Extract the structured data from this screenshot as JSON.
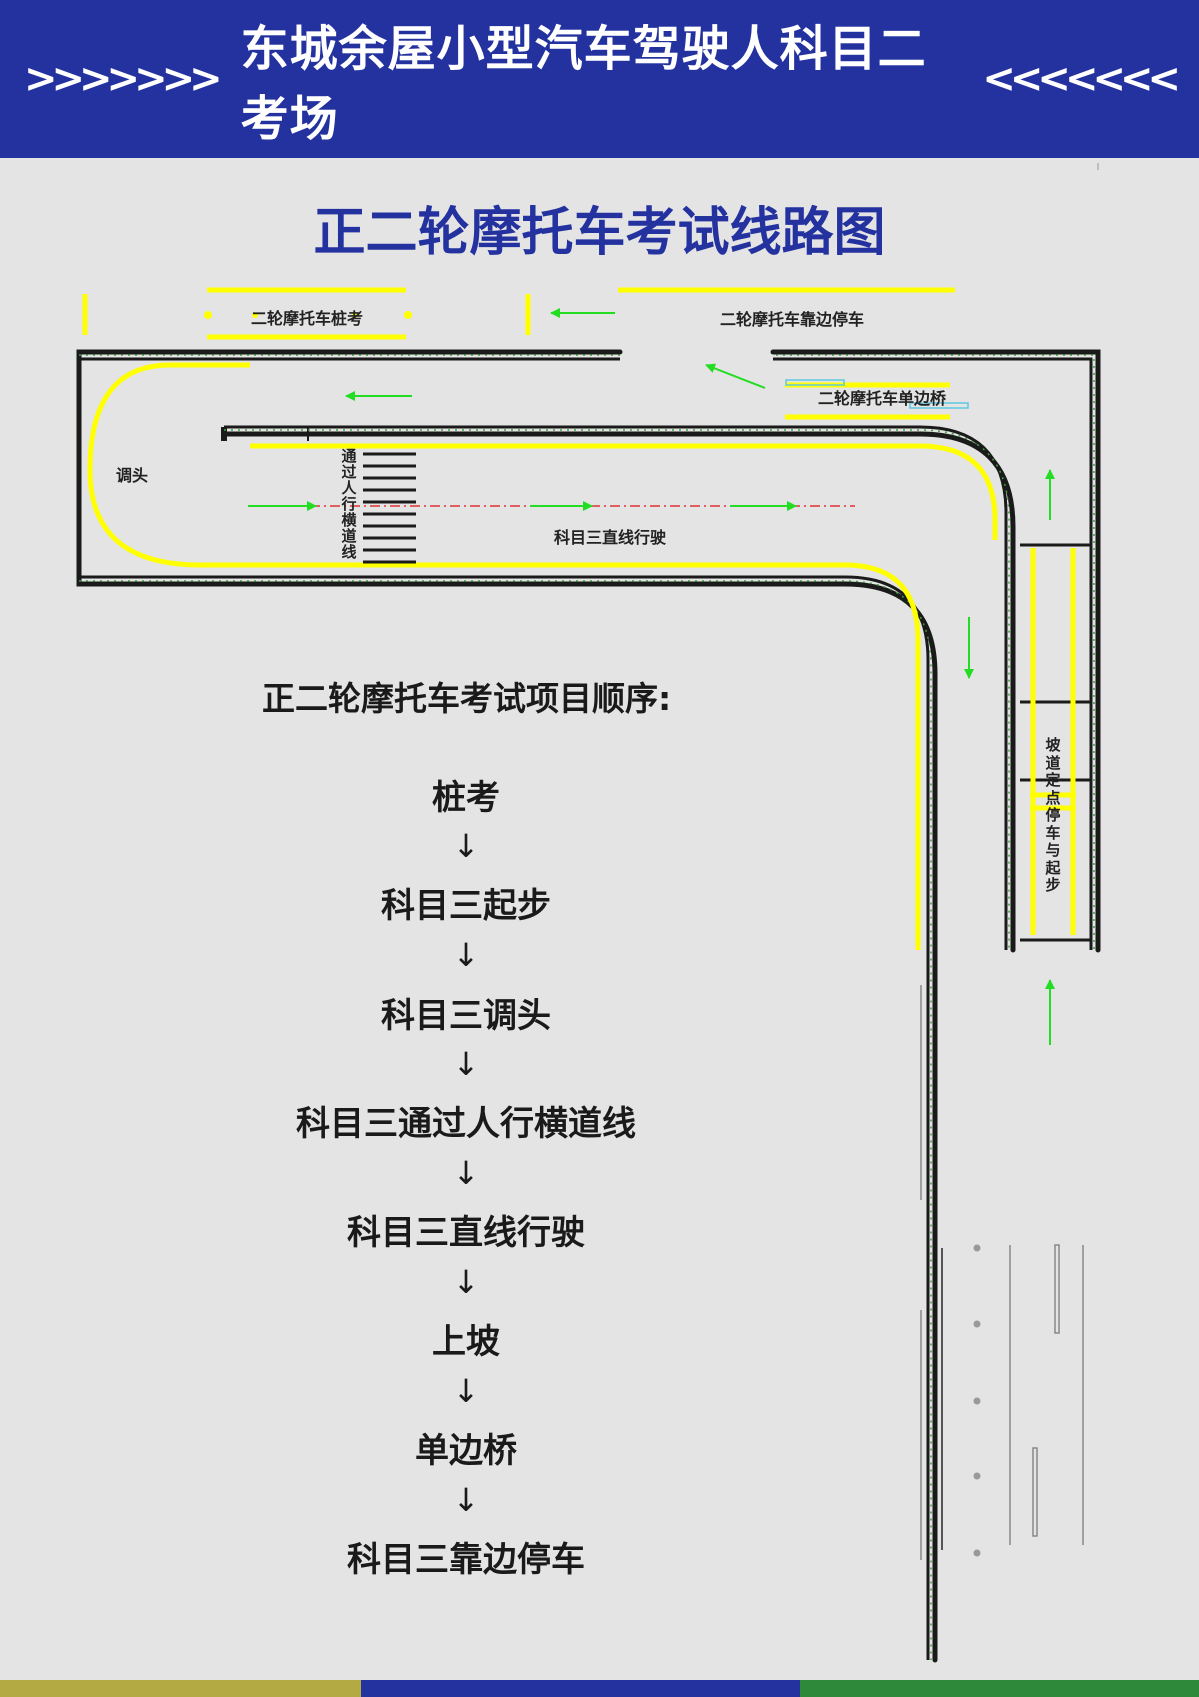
{
  "header": {
    "title": "东城余屋小型汽车驾驶人科目二考场",
    "left_mark": ">>>>>>>",
    "right_mark": "<<<<<<<"
  },
  "subtitle": "正二轮摩托车考试线路图",
  "labels": {
    "stake_test": "二轮摩托车桩考",
    "roadside_parking": "二轮摩托车靠边停车",
    "single_bridge": "二轮摩托车单边桥",
    "u_turn": "调头",
    "crosswalk": "通过人行横道线",
    "straight_drive": "科目三直线行驶",
    "ramp": "坡道定点停车与起步"
  },
  "order": {
    "title": "正二轮摩托车考试项目顺序:",
    "steps": [
      "桩考",
      "科目三起步",
      "科目三调头",
      "科目三通过人行横道线",
      "科目三直线行驶",
      "上坡",
      "单边桥",
      "科目三靠边停车"
    ],
    "arrow": "↓"
  },
  "colors": {
    "header_bg": "#2432a0",
    "title_blue": "#2432a0",
    "track_line": "#ffff00",
    "arrow": "#22dd22",
    "background": "#e4e4e4"
  }
}
